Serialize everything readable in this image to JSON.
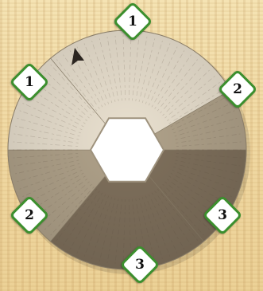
{
  "puzzle": {
    "badges": [
      {
        "id": "top",
        "number": "1"
      },
      {
        "id": "upper-left",
        "number": "1"
      },
      {
        "id": "upper-right",
        "number": "2"
      },
      {
        "id": "lower-left",
        "number": "2"
      },
      {
        "id": "lower-right",
        "number": "3"
      },
      {
        "id": "bottom",
        "number": "3"
      }
    ],
    "segments": [
      {
        "group": "1",
        "color": "#e9e0cf"
      },
      {
        "group": "2",
        "color": "#b0a28a"
      },
      {
        "group": "3",
        "color": "#7f705c"
      }
    ],
    "pointer_icon": "arrow-pointer-icon"
  }
}
